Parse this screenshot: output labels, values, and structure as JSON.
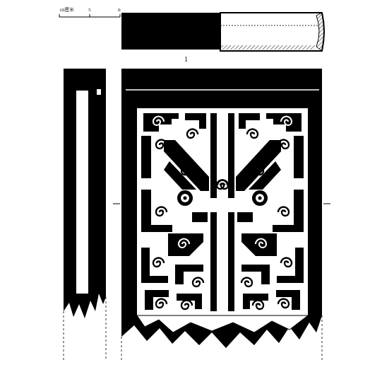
{
  "diagram": {
    "labels": [
      "10厘米",
      "5",
      "0",
      "1"
    ]
  }
}
